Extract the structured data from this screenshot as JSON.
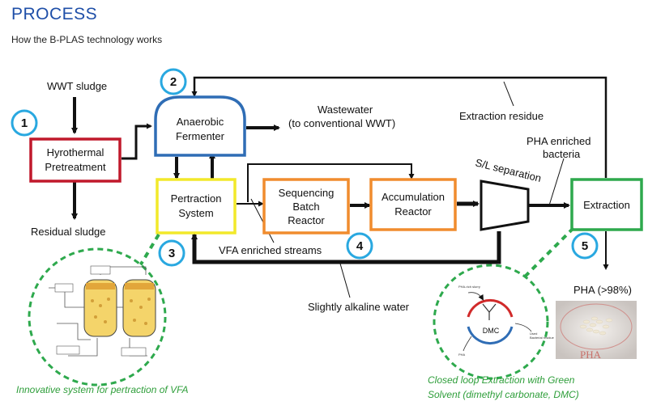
{
  "header": {
    "title": "PROCESS",
    "subtitle": "How the B-PLAS technology works"
  },
  "boxes": {
    "hyrothermal": [
      "Hyrothermal",
      "Pretreatment"
    ],
    "fermenter": [
      "Anaerobic",
      "Fermenter"
    ],
    "pertraction": [
      "Pertraction",
      "System"
    ],
    "sbr": [
      "Sequencing",
      "Batch",
      "Reactor"
    ],
    "accumulation": [
      "Accumulation",
      "Reactor"
    ],
    "extraction": "Extraction"
  },
  "labels": {
    "wwt_sludge": "WWT sludge",
    "residual_sludge": "Residual sludge",
    "wastewater": [
      "Wastewater",
      "(to conventional WWT)"
    ],
    "extraction_residue": "Extraction residue",
    "pha_enriched": [
      "PHA enriched",
      "bacteria"
    ],
    "sl_separation": "S/L separation",
    "vfa_streams": "VFA enriched streams",
    "alkaline_water": "Slightly alkaline water",
    "pha_output": "PHA (>98%)"
  },
  "numbers": [
    "1",
    "2",
    "3",
    "4",
    "5"
  ],
  "captions": {
    "left": "Innovative system for pertraction of VFA",
    "right": [
      "Closed loop Extraction with Green",
      "Solvent (dimethyl carbonate, DMC)"
    ]
  },
  "inset_right": {
    "center": "DMC",
    "slurry": "PHA-rich slurry",
    "residue": [
      "Used",
      "Bacterial residue"
    ],
    "pha": "PHA"
  },
  "photo_label": "PHA",
  "colors": {
    "title": "#1f4fa8",
    "red": "#c0192b",
    "blue": "#2f6db5",
    "yellow": "#f2e92a",
    "orange": "#f08c2e",
    "green": "#2ea94d",
    "circle": "#29a8e0"
  }
}
